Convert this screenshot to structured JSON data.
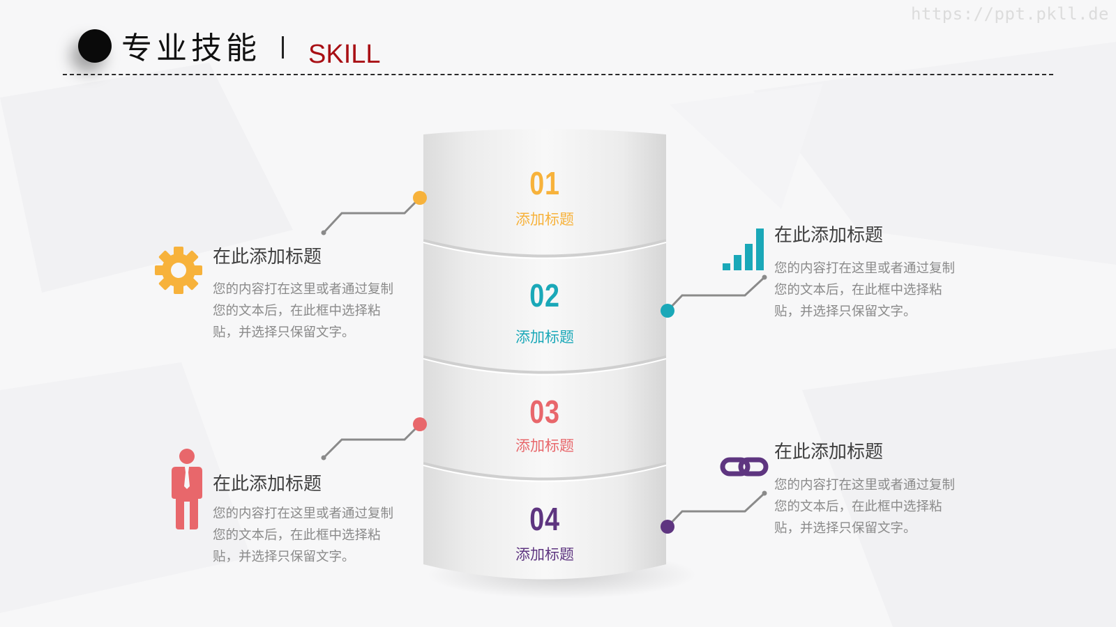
{
  "watermark": "https://ppt.pkll.de",
  "header": {
    "title_cn": "专业技能",
    "title_en": "SKILL"
  },
  "colors": {
    "orange": "#f7b23b",
    "teal": "#1aa8b8",
    "red": "#e8676b",
    "purple": "#5e3580",
    "title_red": "#a80f14"
  },
  "segments": [
    {
      "number": "01",
      "label": "添加标题",
      "color": "#f7b23b"
    },
    {
      "number": "02",
      "label": "添加标题",
      "color": "#1aa8b8"
    },
    {
      "number": "03",
      "label": "添加标题",
      "color": "#e8676b"
    },
    {
      "number": "04",
      "label": "添加标题",
      "color": "#5e3580"
    }
  ],
  "items": [
    {
      "icon": "gear-icon",
      "title": "在此添加标题",
      "desc": "您的内容打在这里或者通过复制您的文本后，在此框中选择粘贴，并选择只保留文字。"
    },
    {
      "icon": "bar-chart-icon",
      "title": "在此添加标题",
      "desc": "您的内容打在这里或者通过复制您的文本后，在此框中选择粘贴，并选择只保留文字。"
    },
    {
      "icon": "person-icon",
      "title": "在此添加标题",
      "desc": "您的内容打在这里或者通过复制您的文本后，在此框中选择粘贴，并选择只保留文字。"
    },
    {
      "icon": "link-icon",
      "title": "在此添加标题",
      "desc": "您的内容打在这里或者通过复制您的文本后，在此框中选择粘贴，并选择只保留文字。"
    }
  ]
}
